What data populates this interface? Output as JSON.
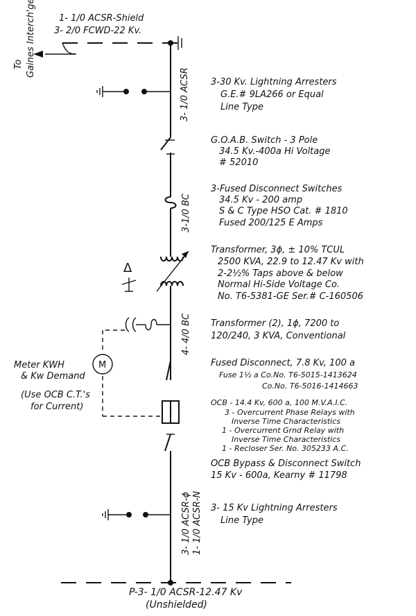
{
  "top_line": {
    "line1": "1- 1/0 ACSR-Shield",
    "line2": "3- 2/0 FCWD-22 Kv."
  },
  "to_label": "To",
  "gaines_label": "Gaines Interch'ge",
  "segments": {
    "seg1": "3- 1/0 ACSR",
    "seg2": "3-1/0 BC",
    "seg3": "4- 4/0 BC",
    "seg4a": "3- 1/0 ACSR-ϕ",
    "seg4b": "1- 1/0 ACSR-N"
  },
  "items": {
    "arresters_top": [
      "3-30 Kv. Lightning Arresters",
      "G.E.# 9LA266 or Equal",
      "Line Type"
    ],
    "goab_switch": [
      "G.O.A.B. Switch - 3 Pole",
      "34.5 Kv.-400a Hi Voltage",
      "# 52010"
    ],
    "fused_switches": [
      "3-Fused Disconnect Switches",
      "34.5 Kv - 200 amp",
      "S & C Type HSO Cat. # 1810",
      "Fused 200/125 E Amps"
    ],
    "transformer_main": [
      "Transformer, 3ϕ, ± 10% TCUL",
      "2500 KVA, 22.9 to 12.47 Kv with",
      "2-2½% Taps above & below",
      "Normal Hi-Side Voltage  Co.",
      "No. T6-5381-GE Ser.# C-160506"
    ],
    "transformer_aux": [
      "Transformer (2), 1ϕ, 7200 to",
      "120/240, 3 KVA, Conventional"
    ],
    "fused_disconnect": [
      "Fused Disconnect, 7.8 Kv, 100 a",
      "Fuse 1½ a  Co.No. T6-5015-1413624",
      "Co.No. T6-5016-1414663"
    ],
    "ocb": [
      "OCB - 14.4 Kv, 600 a, 100 M.V.A.I.C.",
      "3 - Overcurrent Phase Relays with",
      "Inverse Time Characteristics",
      "1 - Overcurrent Grnd Relay with",
      "Inverse Time Characteristics",
      "1 - Recloser Ser. No. 305233 A.C."
    ],
    "bypass_switch": [
      "OCB Bypass & Disconnect Switch",
      "15 Kv - 600a, Kearny # 11798"
    ],
    "arresters_bottom": [
      "3- 15 Kv  Lightning Arresters",
      "Line Type"
    ]
  },
  "meter": {
    "symbol": "M",
    "line1": "Meter KWH",
    "line2": "& Kw Demand",
    "note1": "(Use OCB C.T.'s",
    "note2": "for Current)"
  },
  "delta_symbol": "Δ",
  "bottom_line": {
    "line1": "P-3- 1/0 ACSR-12.47 Kv",
    "line2": "(Unshielded)"
  }
}
